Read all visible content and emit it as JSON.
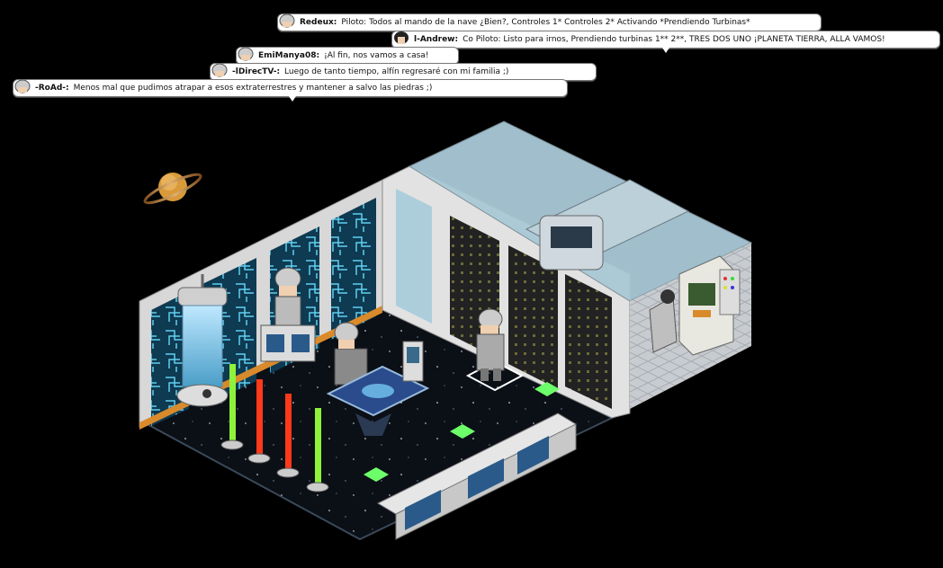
{
  "chat": [
    {
      "user": "Redeux:",
      "message": "Piloto: Todos al mando de la nave ¿Bien?, Controles 1* Controles 2*  Activando *Prendiendo Turbinas*",
      "avatar": "helmet-avatar-icon"
    },
    {
      "user": "l-Andrew:",
      "message": "Co Piloto: Listo para irnos, Prendiendo turbinas 1** 2**, TRES DOS UNO ¡PLANETA TIERRA, ALLA VAMOS!",
      "avatar": "dark-hair-avatar-icon"
    },
    {
      "user": "EmiManya08:",
      "message": "¡Al fin, nos vamos a casa!",
      "avatar": "helmet-avatar-icon"
    },
    {
      "user": "-lDirecTV-:",
      "message": "Luego de tanto tiempo, alfín regresaré con mi familia ;)",
      "avatar": "helmet-avatar-icon"
    },
    {
      "user": "-RoAd-:",
      "message": "Menos mal que pudimos atrapar a esos extraterrestres y mantener a salvo las piedras ;)",
      "avatar": "helmet-avatar-icon"
    }
  ],
  "room": {
    "scene": "spaceship-interior",
    "colors": {
      "space": "#000000",
      "floor": "#1a2430",
      "wall": "#dcdcdc",
      "panel": "#2a6e8c",
      "accent": "#d98a2b"
    }
  }
}
